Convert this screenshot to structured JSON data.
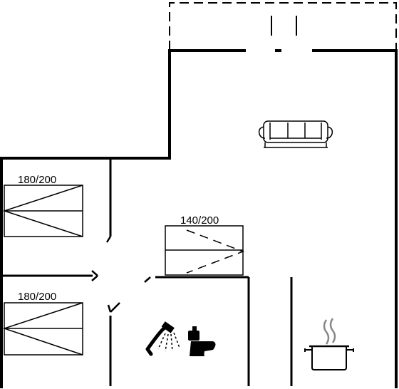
{
  "rooms": {
    "bedroom_top": {
      "bed_label": "180/200"
    },
    "bedroom_bottom": {
      "bed_label": "180/200"
    },
    "living": {
      "bed_label": "140/200"
    }
  },
  "icons": [
    "sofa-icon",
    "shower-icon",
    "toilet-icon",
    "cooking-pot-icon"
  ]
}
